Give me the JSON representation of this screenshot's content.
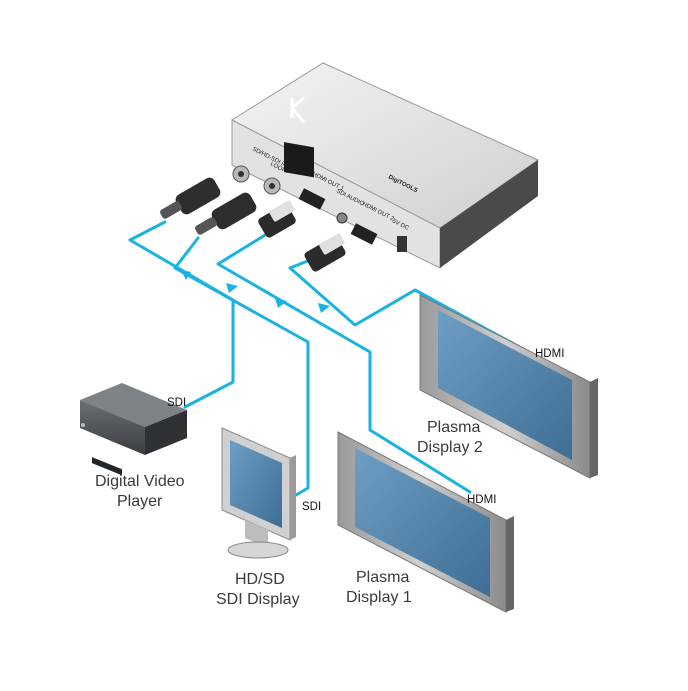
{
  "colors": {
    "cable": "#1ab2e0",
    "device_body": "#e4e4e4",
    "screen": "#4f7fa3",
    "player_body": "#555a5e"
  },
  "device": {
    "name": "DigiTOOLS",
    "ports": {
      "sdi_in": "SD/HD-SDI IN",
      "loop": "LOOP",
      "hdmi_out1": "HDMI OUT 1",
      "sdi_audio": "SDI AUDIO",
      "hdmi_out2": "HDMI OUT 2",
      "power": "5V DC"
    }
  },
  "labels": {
    "player_line1": "Digital Video",
    "player_line2": "Player",
    "sdi_display_line1": "HD/SD",
    "sdi_display_line2": "SDI Display",
    "plasma2_line1": "Plasma",
    "plasma2_line2": "Display 2",
    "plasma1_line1": "Plasma",
    "plasma1_line2": "Display 1",
    "sdi_player": "SDI",
    "sdi_display": "SDI",
    "hdmi_plasma2": "HDMI",
    "hdmi_plasma1": "HDMI"
  }
}
